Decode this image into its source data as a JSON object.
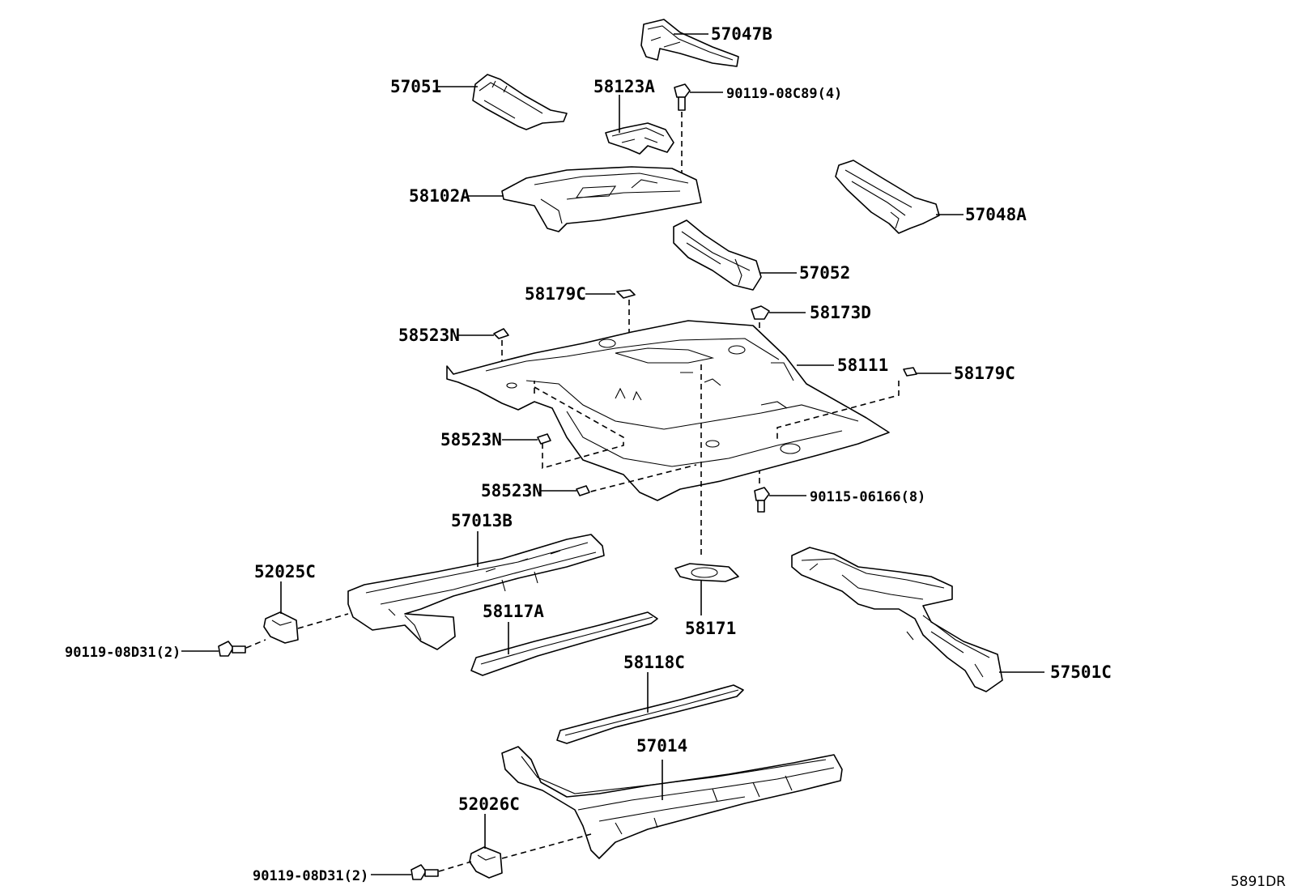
{
  "diagram_code": "5891DR",
  "labels": {
    "p57047B": "57047B",
    "p57051": "57051",
    "p58123A": "58123A",
    "p90119_08C89": "90119-08C89(4)",
    "p58102A": "58102A",
    "p57048A": "57048A",
    "p57052": "57052",
    "p58179C_top": "58179C",
    "p58173D": "58173D",
    "p58523N_1": "58523N",
    "p58111": "58111",
    "p58179C_right": "58179C",
    "p58523N_2": "58523N",
    "p58523N_3": "58523N",
    "p90115_06166": "90115-06166(8)",
    "p57013B": "57013B",
    "p52025C": "52025C",
    "p58117A": "58117A",
    "p58171": "58171",
    "p90119_08D31_a": "90119-08D31(2)",
    "p58118C": "58118C",
    "p57501C": "57501C",
    "p57014": "57014",
    "p52026C": "52026C",
    "p90119_08D31_b": "90119-08D31(2)"
  }
}
